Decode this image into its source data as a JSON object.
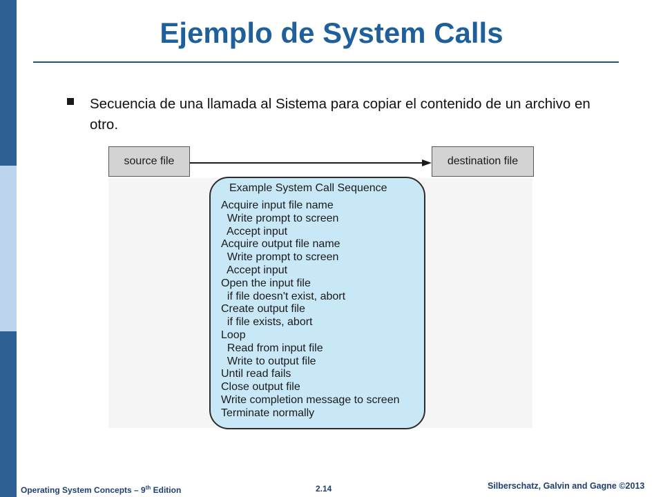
{
  "slide": {
    "title": "Ejemplo de System Calls",
    "bullet": "Secuencia de una llamada al Sistema para copiar el contenido de un archivo en otro."
  },
  "diagram": {
    "source_label": "source file",
    "destination_label": "destination  file",
    "sequence_title": "Example System Call Sequence",
    "steps": [
      "Acquire input file name",
      "  Write prompt to screen",
      "  Accept input",
      "Acquire output file name",
      "  Write prompt to screen",
      "  Accept input",
      "Open the input file",
      "  if file doesn't exist, abort",
      "Create output file",
      "  if file exists, abort",
      "Loop",
      "  Read from input file",
      "  Write to output file",
      "Until read fails",
      "Close output file",
      "Write completion message to screen",
      "Terminate normally"
    ]
  },
  "footer": {
    "left_prefix": "Operating System Concepts – 9",
    "left_sup": "th",
    "left_suffix": " Edition",
    "center": "2.14",
    "right": "Silberschatz, Galvin and Gagne ©2013"
  },
  "colors": {
    "sidebar_dark": "#2e5f95",
    "sidebar_light": "#bcd4ee",
    "title": "#1f5f9a",
    "sequence_box": "#c8e8f7",
    "file_box": "#d3d3d3"
  }
}
